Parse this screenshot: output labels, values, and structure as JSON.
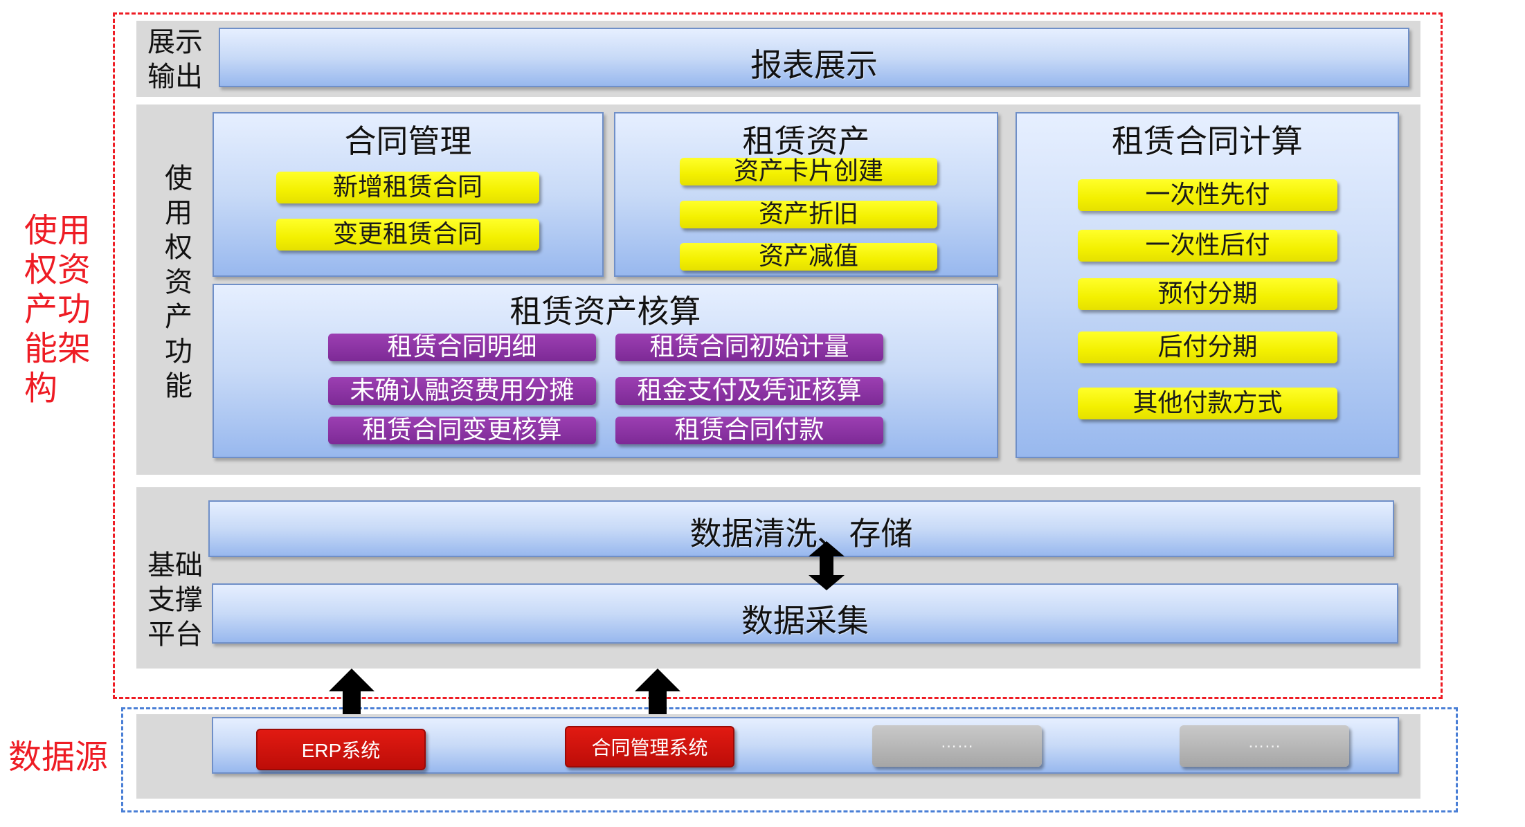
{
  "sections": {
    "function_architecture_label": "使用\n权资\n产功\n能架\n构",
    "data_source_label": "数据源"
  },
  "layers": {
    "output_label": "展示\n输出",
    "function_label": "使\n用\n权\n资\n产\n功\n能",
    "support_label": "基础\n支撑\n平台"
  },
  "report": {
    "title": "报表展示"
  },
  "contract_mgmt": {
    "title": "合同管理",
    "items": [
      "新增租赁合同",
      "变更租赁合同"
    ]
  },
  "lease_assets": {
    "title": "租赁资产",
    "items": [
      "资产卡片创建",
      "资产折旧",
      "资产减值"
    ]
  },
  "lease_calc": {
    "title": "租赁合同计算",
    "items": [
      "一次性先付",
      "一次性后付",
      "预付分期",
      "后付分期",
      "其他付款方式"
    ]
  },
  "asset_accounting": {
    "title": "租赁资产核算",
    "items": [
      "租赁合同明细",
      "租赁合同初始计量",
      "未确认融资费用分摊",
      "租金支付及凭证核算",
      "租赁合同变更核算",
      "租赁合同付款"
    ]
  },
  "support": {
    "clean_store": "数据清洗、存储",
    "collect": "数据采集"
  },
  "sources": [
    "ERP系统",
    "合同管理系统",
    "……",
    "……"
  ],
  "colors": {
    "red_dash": "#ee1c24",
    "blue_dash": "#4a7fd6",
    "yellow": "#ffff00",
    "purple": "#8b35a3",
    "red_box": "#d01510",
    "gray_box": "#b5b5b5"
  }
}
